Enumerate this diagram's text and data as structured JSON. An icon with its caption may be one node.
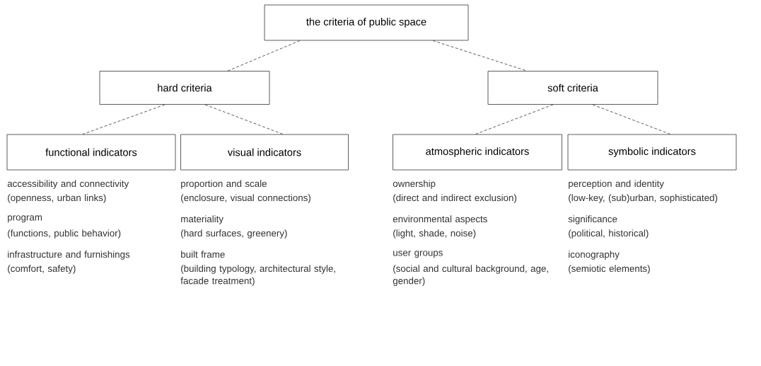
{
  "diagram": {
    "nodes": [
      {
        "text": [
          "the criteria of public space"
        ]
      },
      {
        "text": [
          "hard criteria"
        ]
      },
      {
        "text": [
          "soft criteria"
        ]
      },
      {
        "text": [
          "functional indicators"
        ],
        "beside": [
          "accessibility and connectivity",
          "(openness, urban links)",
          "program",
          "(functions, public behavior)",
          "infrastructure and furnishings",
          "(comfort, safety)"
        ]
      },
      {
        "text": [
          "visual indicators"
        ],
        "beside": [
          "proportion and scale",
          "(enclosure, visual connections)",
          "materiality",
          "(hard surfaces, greenery)",
          "built frame",
          "(building typology, architectural style, facade treatment)"
        ]
      },
      {
        "text": [
          "atmospheric indicators"
        ],
        "beside": [
          "ownership",
          "(direct and indirect exclusion)",
          "environmental aspects",
          "(light, shade, noise)",
          "user groups",
          "(social and cultural background, age, gender)"
        ]
      },
      {
        "text": [
          "symbolic indicators"
        ],
        "beside": [
          "perception and identity",
          "(low-key, (sub)urban, sophisticated)",
          "significance",
          "(political, historical)",
          "iconography",
          "(semiotic elements)"
        ]
      }
    ],
    "edges": [
      {
        "from": 0,
        "to": 1,
        "arrow": "none",
        "style": "dashed"
      },
      {
        "from": 0,
        "to": 2,
        "arrow": "none",
        "style": "dashed"
      },
      {
        "from": 1,
        "to": 3,
        "arrow": "none",
        "style": "dashed"
      },
      {
        "from": 1,
        "to": 4,
        "arrow": "none",
        "style": "dashed"
      },
      {
        "from": 2,
        "to": 5,
        "arrow": "none",
        "style": "dashed"
      },
      {
        "from": 2,
        "to": 6,
        "arrow": "none",
        "style": "dashed"
      }
    ]
  }
}
